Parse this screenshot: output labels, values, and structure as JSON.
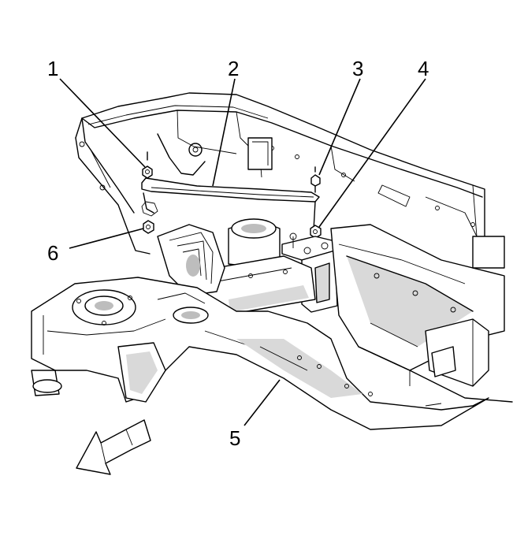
{
  "callouts": [
    {
      "id": "1",
      "label": "1"
    },
    {
      "id": "2",
      "label": "2"
    },
    {
      "id": "3",
      "label": "3"
    },
    {
      "id": "4",
      "label": "4"
    },
    {
      "id": "5",
      "label": "5"
    },
    {
      "id": "6",
      "label": "6"
    }
  ],
  "icons": {
    "direction_arrow": "front-direction-arrow-icon"
  }
}
